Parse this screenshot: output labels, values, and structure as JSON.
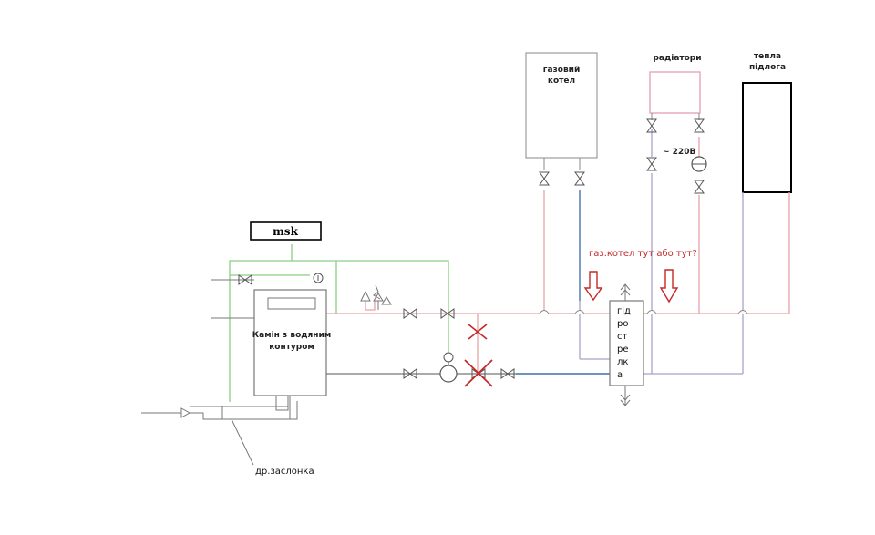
{
  "labels": {
    "msk": "msk",
    "gas_boiler_line1": "газовий",
    "gas_boiler_line2": "котел",
    "radiators": "радіатори",
    "warm_floor_line1": "тепла",
    "warm_floor_line2": "підлога",
    "voltage": "~ 220В",
    "question": "газ.котел тут або тут?",
    "fireplace_line1": "Камін з водяним",
    "fireplace_line2": "контуром",
    "hydro_sep": [
      "гід",
      "ро",
      "ст",
      "ре",
      "лк",
      "а"
    ],
    "damper": "др.заслонка"
  },
  "colors": {
    "supply": "#e6a3a8",
    "return": "#a8a4c8",
    "cold_inlet": "#3c6ea8",
    "green_loop": "#8ccf86",
    "outline": "#555555",
    "accent_red": "#c62828",
    "radiator_box": "#e7a6b6"
  },
  "icons": [
    "valve-icon",
    "pump-icon",
    "safety-group-icon",
    "thermometer-icon",
    "air-vent-icon",
    "drain-icon",
    "arrow-down-icon",
    "cross-mark-icon"
  ]
}
